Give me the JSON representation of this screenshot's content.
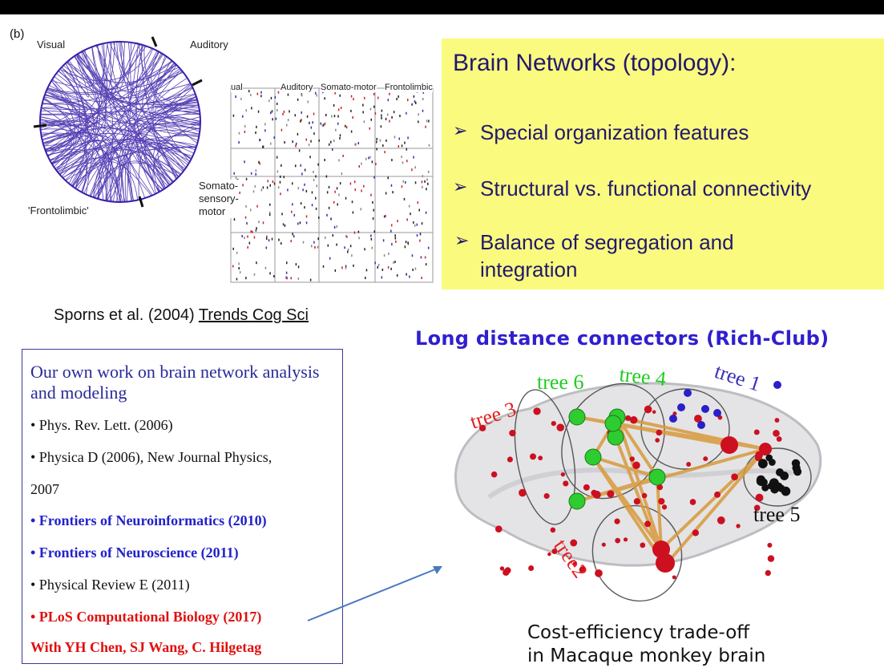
{
  "figure": {
    "panel_label": "(b)",
    "regions": {
      "visual": "Visual",
      "auditory": "Auditory",
      "frontolimbic": "'Frontolimbic'"
    },
    "matrix_headers": [
      "ual",
      "Auditory",
      "Somato-motor",
      "Frontolimbic"
    ],
    "matrix_side_label": [
      "Somato-",
      "sensory-",
      "motor"
    ],
    "citation_prefix": "Sporns et al. (2004) ",
    "citation_journal": "Trends Cog Sci"
  },
  "topology_box": {
    "title": "Brain Networks (topology):",
    "items": [
      {
        "arrow": "➢",
        "lines": [
          "Special organization features"
        ]
      },
      {
        "arrow": "➢",
        "lines": [
          "Structural vs. functional connectivity"
        ]
      },
      {
        "arrow": "➢",
        "lines": [
          "Balance of segregation and",
          "integration"
        ]
      }
    ]
  },
  "work_box": {
    "title": "Our own work on brain network analysis and modeling",
    "items": [
      {
        "text": "• Phys. Rev. Lett. (2006)",
        "style": "normal"
      },
      {
        "text": "• Physica D (2006), New Journal Physics,",
        "style": "normal"
      },
      {
        "text": "2007",
        "style": "normal"
      },
      {
        "text": "• Frontiers of Neuroinformatics (2010)",
        "style": "blue"
      },
      {
        "text": "• Frontiers of Neuroscience (2011)",
        "style": "blue"
      },
      {
        "text": "• Physical Review E (2011)",
        "style": "normal"
      },
      {
        "text": "• PLoS Computational Biology (2017)",
        "style": "red"
      },
      {
        "text": "With YH Chen, SJ Wang, C. Hilgetag",
        "style": "red"
      }
    ]
  },
  "rich_club": {
    "title": "Long distance connectors (Rich-Club)",
    "trees": [
      "tree 3",
      "tree 6",
      "tree 4",
      "tree 1",
      "tree 5",
      "tree2"
    ],
    "caption_line1": "Cost-efficiency trade-off",
    "caption_line2": "in Macaque monkey brain"
  },
  "colors": {
    "yellow_box": "#fafa7e",
    "title_blue": "#2f1fd0",
    "network_purple": "#3a1fa8",
    "rich_club_orange": "#d89a3c"
  }
}
